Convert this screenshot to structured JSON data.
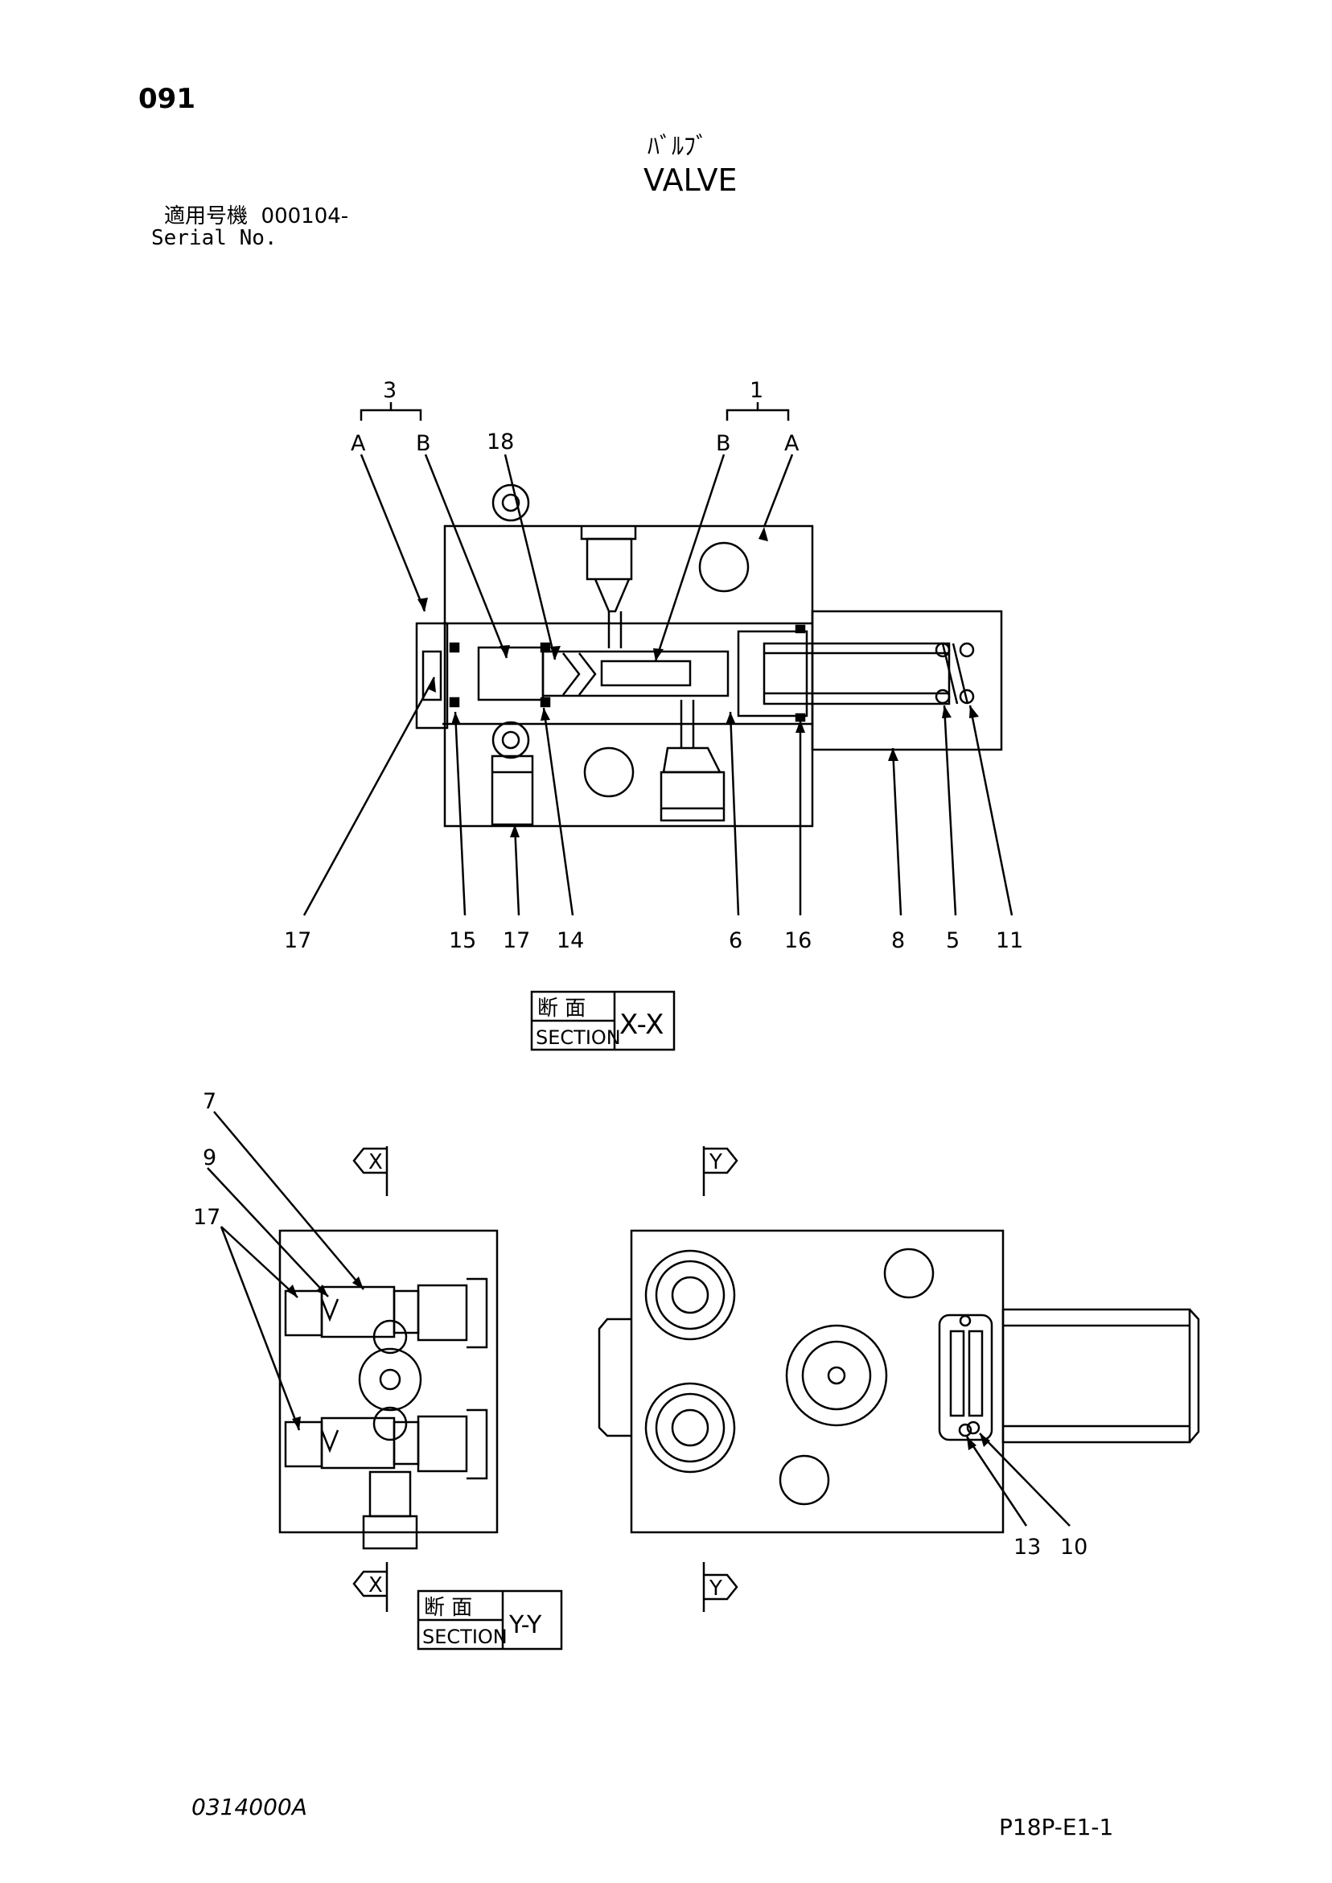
{
  "header": {
    "page_number": "091",
    "title_jp": "ﾊﾞﾙﾌﾞ",
    "title_en": "VALVE",
    "serial_label_jp": "適用号機",
    "serial_value": "000104-",
    "serial_label_en": "Serial No."
  },
  "section_xx": {
    "label_jp": "断 面",
    "label_en": "SECTION",
    "id": "X-X",
    "group_labels": [
      "3",
      "1"
    ],
    "port_labels": [
      "A",
      "B",
      "B",
      "A"
    ],
    "callouts_top": [
      "18"
    ],
    "callouts_bottom": [
      "17",
      "15",
      "17",
      "14",
      "6",
      "16",
      "8",
      "5",
      "11"
    ]
  },
  "section_yy": {
    "label_jp": "断 面",
    "label_en": "SECTION",
    "id": "Y-Y",
    "marker_x": "X",
    "marker_y": "Y",
    "callouts_left": [
      "7",
      "9",
      "17"
    ],
    "callouts_right": [
      "13",
      "10"
    ]
  },
  "footer": {
    "document_code": "0314000A",
    "reference_code": "P18P-E1-1"
  }
}
